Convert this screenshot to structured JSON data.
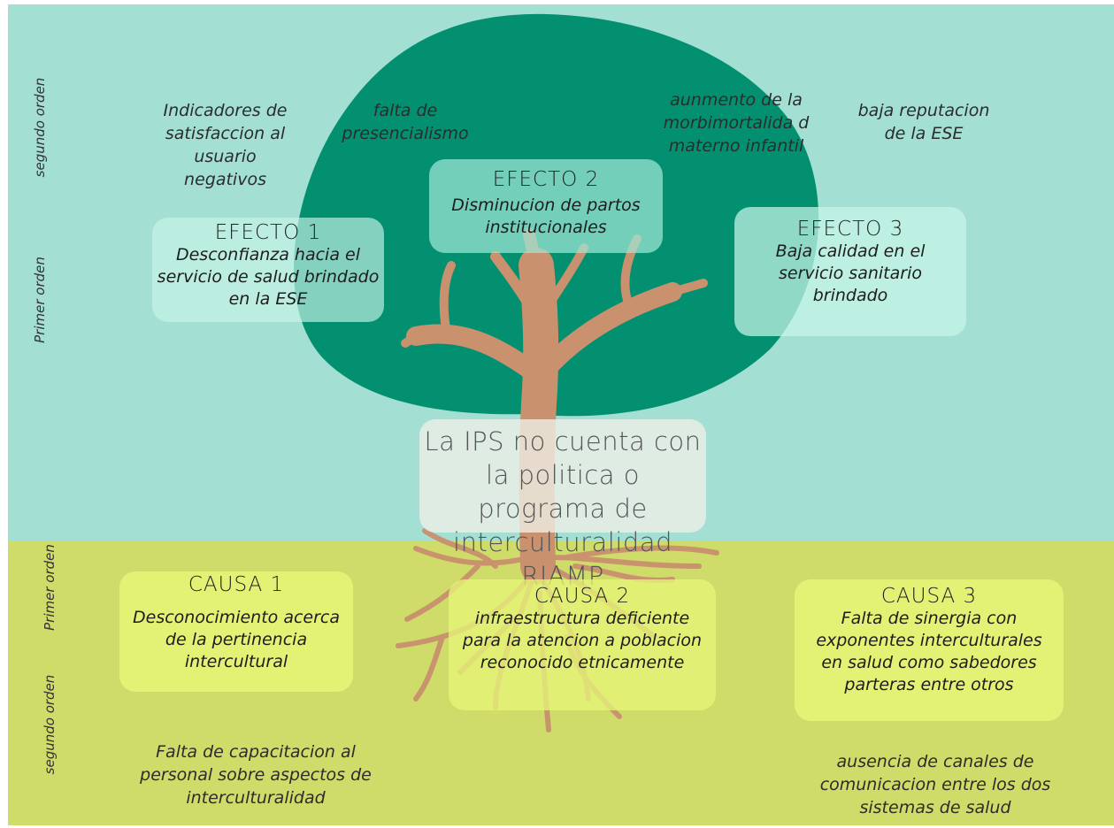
{
  "side_labels": {
    "top_second": "segundo orden",
    "top_first": "Primer orden",
    "bottom_first": "Primer orden",
    "bottom_second": "segundo orden"
  },
  "effects_second_order": [
    "Indicadores de satisfaccion al usuario negativos",
    "falta de presencialismo",
    "aunmento de la morbimortalida d materno infantil",
    "baja reputacion de la ESE"
  ],
  "effects": [
    {
      "title": "EFECTO 1",
      "text": "Desconfianza hacia el servicio de salud brindado en la ESE"
    },
    {
      "title": "EFECTO 2",
      "text": "Disminucion de partos institucionales"
    },
    {
      "title": "EFECTO 3",
      "text": "Baja calidad en el servicio sanitario brindado"
    }
  ],
  "central_problem": "La IPS no cuenta con la politica o programa de interculturalidad RIAMP",
  "causes": [
    {
      "title": "CAUSA 1",
      "text": "Desconocimiento acerca de la pertinencia intercultural"
    },
    {
      "title": "CAUSA 2",
      "text": "infraestructura deficiente para la atencion a poblacion reconocido etnicamente"
    },
    {
      "title": "CAUSA 3",
      "text": "Falta de sinergia con exponentes interculturales en salud como sabedores parteras entre otros"
    }
  ],
  "causes_second_order": [
    "Falta de capacitacion al personal sobre aspectos de interculturalidad",
    "ausencia de canales de comunicacion entre los dos sistemas de salud"
  ],
  "colors": {
    "top_band": "#a3dfd3",
    "bottom_band": "#cfdc69",
    "canopy": "#039070",
    "trunk": "#c9916e"
  }
}
